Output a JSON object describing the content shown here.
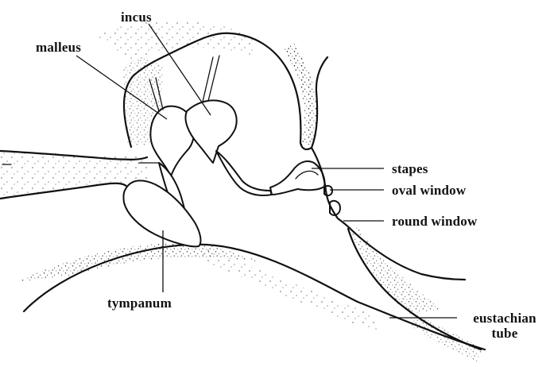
{
  "diagram": {
    "labels": {
      "incus": "incus",
      "malleus": "malleus",
      "stapes": "stapes",
      "oval_window": "oval window",
      "round_window": "round window",
      "tympanum": "tympanum",
      "eustachian_line1": "eustachian",
      "eustachian_line2": "tube"
    }
  },
  "colors": {
    "ink": "#111111",
    "background": "#ffffff"
  }
}
